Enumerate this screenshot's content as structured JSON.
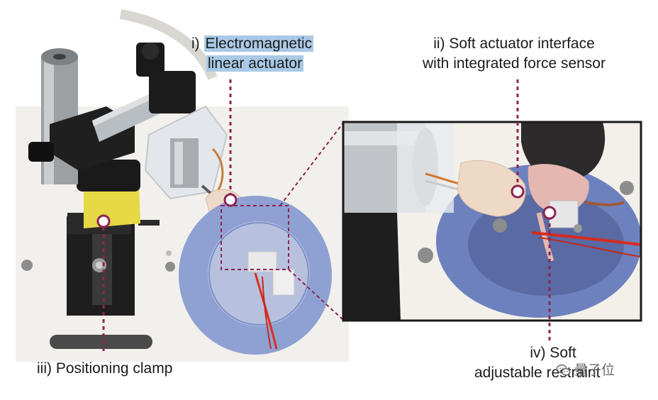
{
  "labels": {
    "actuator_prefix": "i) ",
    "actuator_line1": "Electromagnetic",
    "actuator_line2": "linear actuator",
    "interface_line1": "ii) Soft actuator interface",
    "interface_line2": "with integrated force sensor",
    "clamp": "iii) Positioning clamp",
    "restraint_line1": "iv) Soft",
    "restraint_line2": "adjustable restraint"
  },
  "watermark": {
    "text": "量子位",
    "icon": "wechat-icon"
  },
  "colors": {
    "leader_line": "#8c2452",
    "highlight": "#a9c9e6",
    "inset_border": "#1a1a1a",
    "platform_blue": "#7d92c9"
  }
}
